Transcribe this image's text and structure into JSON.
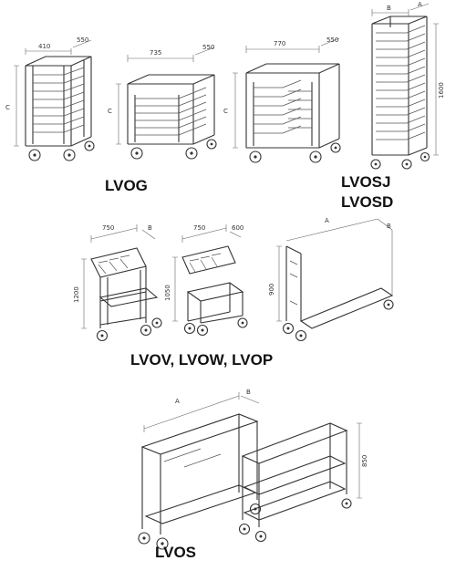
{
  "labels": {
    "lvog": "LVOG",
    "lvosj": "LVOSJ",
    "lvosd": "LVOSD",
    "lvov": "LVOV, LVOW, LVOP",
    "lvos": "LVOS"
  },
  "dimensions": {
    "lvog_width": "410",
    "lvog_depth": "550",
    "lvog_height": "C",
    "cart2_width": "735",
    "cart2_depth": "550",
    "cart2_height": "C",
    "cart3_width": "770",
    "cart3_depth": "550",
    "cart3_height": "C",
    "tall_b": "B",
    "tall_a": "A",
    "tall_height": "1600",
    "lvov_width": "750",
    "lvov_b": "B",
    "lvov_height": "1200",
    "lvow_width": "750",
    "lvow_depth": "600",
    "lvow_height": "1050",
    "flat_a": "A",
    "flat_b": "B",
    "flat_height": "900",
    "lvos_a": "A",
    "lvos_b": "B",
    "lvos_height": "850"
  }
}
